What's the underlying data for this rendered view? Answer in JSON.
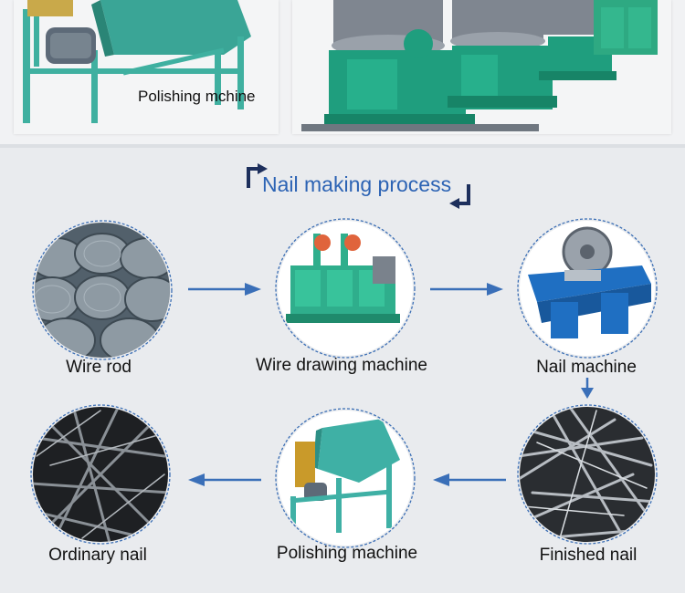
{
  "top": {
    "left_caption": "Polishing mchine"
  },
  "title": "Nail making process",
  "steps": [
    {
      "label": "Wire rod",
      "image": "wire-rod-coils"
    },
    {
      "label": "Wire drawing machine",
      "image": "wire-drawing-machine"
    },
    {
      "label": "Nail machine",
      "image": "nail-machine"
    },
    {
      "label": "Finished nail",
      "image": "finished-nails"
    },
    {
      "label": "Polishing machine",
      "image": "polishing-machine"
    },
    {
      "label": "Ordinary nail",
      "image": "ordinary-nails"
    }
  ],
  "colors": {
    "accent": "#2c63b4",
    "arrow": "#3a6fb8",
    "circle_border": "#3c6fb5",
    "machine_green": "#2faa8c",
    "title_arrow": "#1d2f5c"
  }
}
